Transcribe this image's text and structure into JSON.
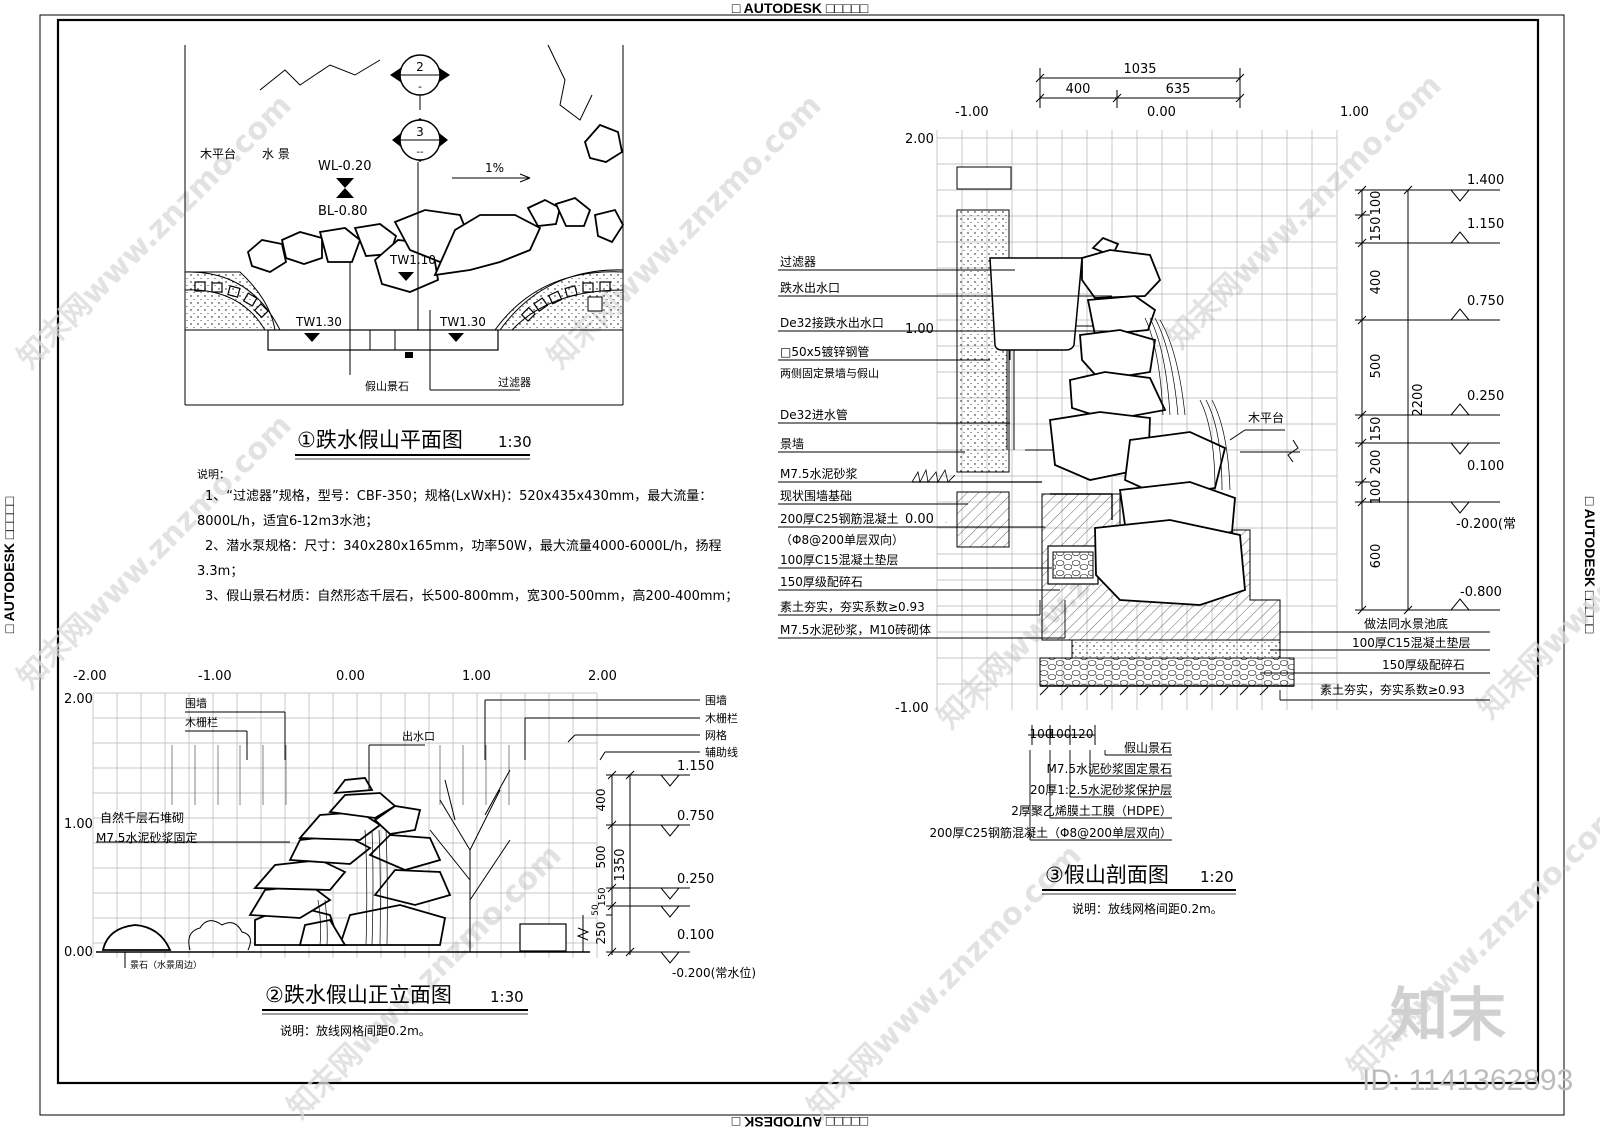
{
  "frame": {
    "stamp_top": "□ AUTODESK □□□□□",
    "stamp_bottom": "□□□□□ AUTODESK □",
    "stamp_left": "□ AUTODESK □□□□□",
    "stamp_right": "□ AUTODESK □□□□□"
  },
  "watermark": {
    "site": "知末网www.znzmo.com",
    "brand": "知末",
    "id": "ID: 1141362893"
  },
  "plan": {
    "title": "①跌水假山平面图",
    "scale": "1:30",
    "labels": {
      "deck": "木平台",
      "water": "水 景",
      "wl": "WL-0.20",
      "bl": "BL-0.80",
      "slope": "1%",
      "tw_center": "TW1.10",
      "tw_left": "TW1.30",
      "tw_right": "TW1.30",
      "rock": "假山景石",
      "filter": "过滤器",
      "sec2_num": "2",
      "sec2_sub": "-",
      "sec3_num": "3",
      "sec3_sub": "--"
    },
    "notes": {
      "heading": "说明：",
      "line1": "1、“过滤器”规格，型号：CBF-350；规格(LxWxH)：520x435x430mm，最大流量：",
      "line1b": "8000L/h，适宜6-12m3水池；",
      "line2": "2、潜水泵规格：尺寸：340x280x165mm，功率50W，最大流量4000-6000L/h，扬程",
      "line2b": "3.3m；",
      "line3": "3、假山景石材质：自然形态千层石，长500-800mm，宽300-500mm，高200-400mm；"
    }
  },
  "elevation": {
    "title": "②跌水假山正立面图",
    "scale": "1:30",
    "note": "说明：放线网格间距0.2m。",
    "x_ticks": [
      "-2.00",
      "-1.00",
      "0.00",
      "1.00",
      "2.00"
    ],
    "y_ticks": [
      "2.00",
      "1.00",
      "0.00"
    ],
    "labels": {
      "wall_l": "围墙",
      "fence_l": "木栅栏",
      "outlet": "出水口",
      "wall_r": "围墙",
      "fence_r": "木栅栏",
      "grid": "网格",
      "aux": "辅助线",
      "stack1": "自然千层石堆砌",
      "stack2": "M7.5水泥砂浆固定",
      "bottom_stone": "景石（水景周边）"
    },
    "levels": [
      "1.150",
      "0.750",
      "0.250",
      "0.100",
      "-0.200(常水位)"
    ],
    "dims": [
      "400",
      "500",
      "150",
      "50",
      "250",
      "1350"
    ]
  },
  "section": {
    "title": "③假山剖面图",
    "scale": "1:20",
    "note": "说明：放线网格间距0.2m。",
    "top_dims": [
      "1035",
      "400",
      "635"
    ],
    "x_ticks": [
      "-1.00",
      "0.00",
      "1.00"
    ],
    "y_ticks": [
      "2.00",
      "1.00",
      "0.00",
      "-1.00"
    ],
    "left_labels": [
      "过滤器",
      "跌水出水口",
      "De32接跌水出水口",
      "□50x5镀锌钢管",
      "两侧固定景墙与假山",
      "De32进水管",
      "景墙",
      "M7.5水泥砂浆",
      "现状围墙基础",
      "200厚C25钢筋混凝土",
      "（Φ8@200单层双向）",
      "100厚C15混凝土垫层",
      "150厚级配碎石",
      "素土夯实，夯实系数≥0.93",
      "M7.5水泥砂浆，M10砖砌体"
    ],
    "deck": "木平台",
    "right_dims": [
      "150",
      "100",
      "400",
      "500",
      "150",
      "200",
      "100",
      "600",
      "2200"
    ],
    "levels": [
      "1.400",
      "1.150",
      "0.750",
      "0.250",
      "0.100",
      "-0.200(常",
      "-0.800"
    ],
    "right_labels": [
      "做法同水景池底",
      "100厚C15混凝土垫层",
      "150厚级配碎石",
      "素土夯实，夯实系数≥0.93"
    ],
    "bottom_dims": [
      "100",
      "100",
      "120"
    ],
    "bottom_labels": [
      "假山景石",
      "M7.5水泥砂浆固定景石",
      "20厚1:2.5水泥砂浆保护层",
      "2厚聚乙烯膜土工膜（HDPE）",
      "200厚C25钢筋混凝土（Φ8@200单层双向）"
    ]
  }
}
